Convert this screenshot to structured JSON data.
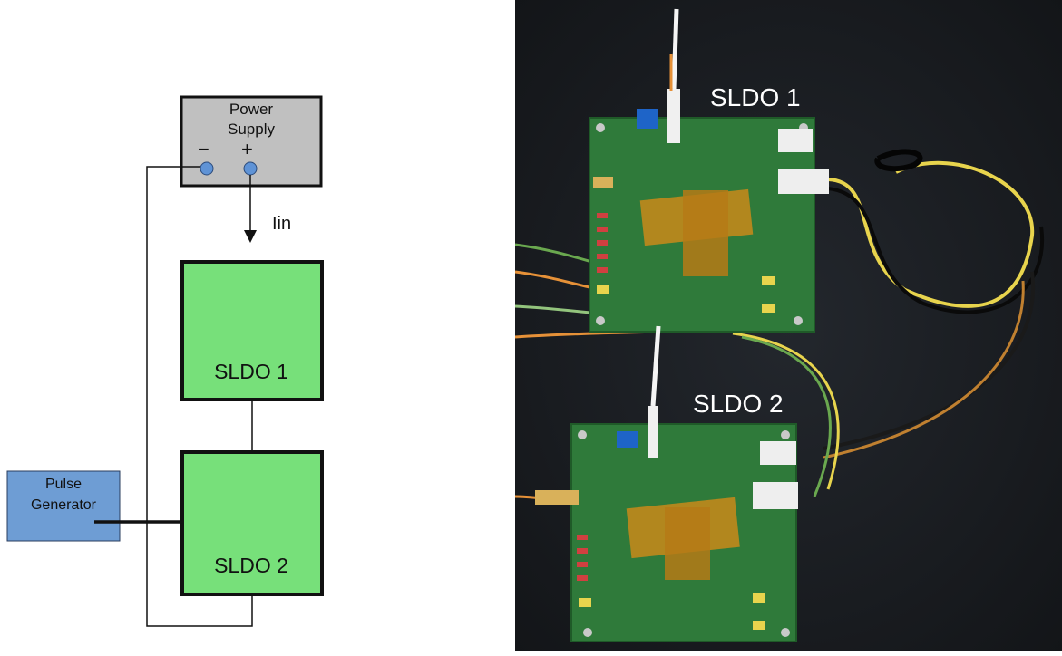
{
  "power_supply": {
    "line1": "Power",
    "line2": "Supply",
    "minus": "−",
    "plus": "+"
  },
  "current_label": "Iin",
  "sldo1": {
    "label": "SLDO 1"
  },
  "sldo2": {
    "label": "SLDO 2"
  },
  "pulse_generator": {
    "line1": "Pulse",
    "line2": "Generator"
  },
  "photo": {
    "label1": "SLDO 1",
    "label2": "SLDO 2"
  },
  "colors": {
    "power_supply_fill": "#c0c0c0",
    "sldo_fill": "#77e07a",
    "pulse_generator_fill": "#6e9dd4",
    "terminal_fill": "#5f93d6",
    "pcb_green": "#2f7a3a",
    "background_dark": "#1a1d22"
  }
}
